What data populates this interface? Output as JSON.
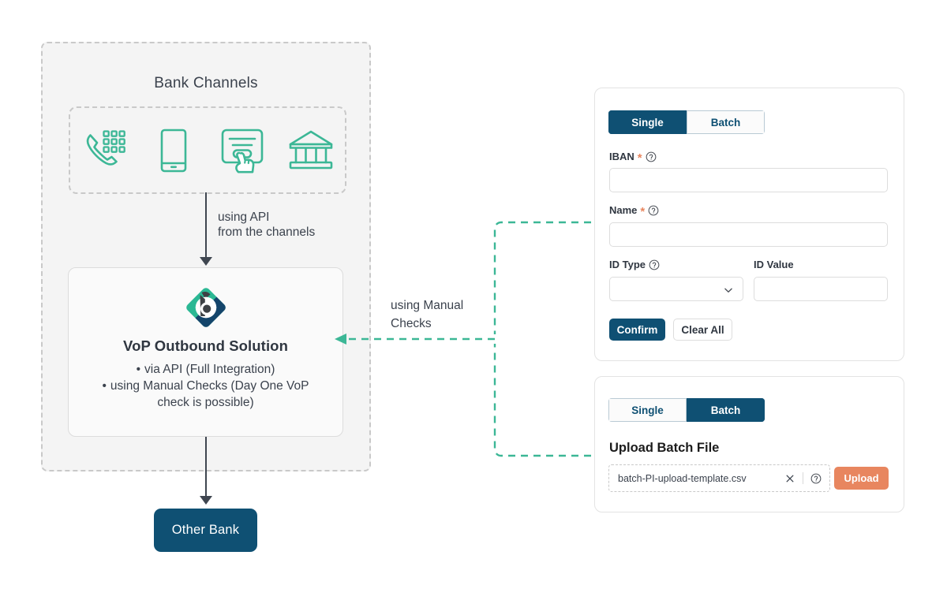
{
  "bank_zone": {
    "title": "Bank Channels",
    "channels": [
      {
        "name": "phone-keypad-icon",
        "label": "Phone banking"
      },
      {
        "name": "mobile-phone-icon",
        "label": "Mobile banking"
      },
      {
        "name": "touchscreen-kiosk-icon",
        "label": "Self-service kiosk"
      },
      {
        "name": "bank-building-icon",
        "label": "Branch"
      }
    ]
  },
  "connector_api": {
    "line1": "using API",
    "line2": "from the channels"
  },
  "vop_card": {
    "logo_icon": "bitsafe-diamond-logo",
    "title": "VoP Outbound Solution",
    "bullets": [
      "via API (Full Integration)",
      "using Manual Checks (Day One VoP check is possible)"
    ],
    "bullet_line_1": "via API (Full Integration)",
    "bullet_line_2": "using Manual Checks (Day One VoP",
    "bullet_line_3": "check is possible)"
  },
  "connector_manual": {
    "line1": "using Manual",
    "line2": "Checks"
  },
  "other_bank": {
    "label": "Other Bank"
  },
  "single_panel": {
    "tabs": [
      {
        "label": "Single",
        "active": true
      },
      {
        "label": "Batch",
        "active": false
      }
    ],
    "tab_single": "Single",
    "tab_batch": "Batch",
    "fields": {
      "iban": {
        "label": "IBAN",
        "required": "*",
        "help": "help-icon",
        "value": "",
        "placeholder": ""
      },
      "name": {
        "label": "Name",
        "required": "*",
        "help": "help-icon",
        "value": "",
        "placeholder": ""
      },
      "id_type": {
        "label": "ID Type",
        "help": "help-icon",
        "value": "",
        "placeholder": ""
      },
      "id_value": {
        "label": "ID Value",
        "value": "",
        "placeholder": ""
      }
    },
    "confirm_label": "Confirm",
    "clear_label": "Clear All"
  },
  "batch_panel": {
    "tab_single": "Single",
    "tab_batch": "Batch",
    "heading": "Upload Batch File",
    "file_name": "batch-PI-upload-template.csv",
    "clear_icon": "close-icon",
    "help_icon": "help-icon",
    "upload_label": "Upload"
  },
  "colors": {
    "brand_navy": "#0f5073",
    "brand_green": "#3cb796",
    "accent_coral": "#e8865f",
    "zone_bg": "#f4f4f4",
    "dash_gray": "#c9c9c9",
    "arrow_dark": "#3f4650"
  }
}
